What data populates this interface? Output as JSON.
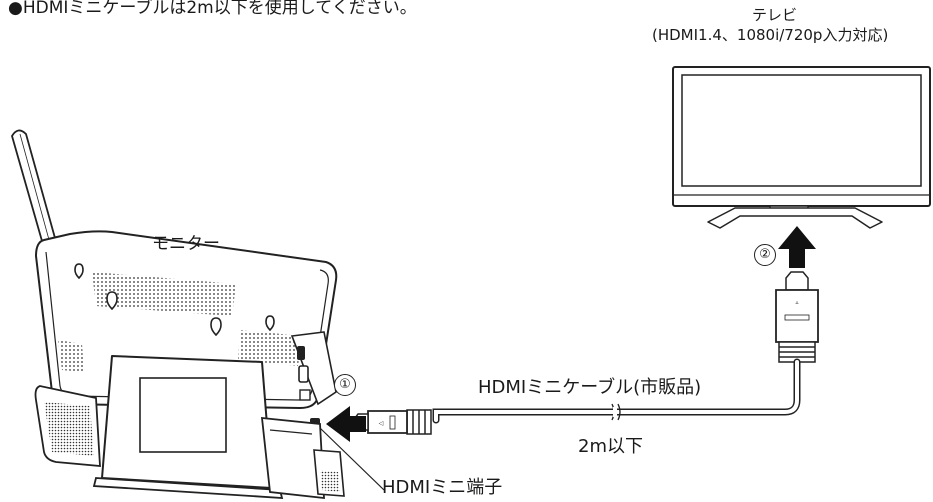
{
  "note": "●HDMIミニケーブルは2m以下を使用してください。",
  "tv": {
    "title": "テレビ",
    "spec": "(HDMI1.4、1080i/720p入力対応)"
  },
  "monitor": {
    "label": "モニター"
  },
  "cable": {
    "label": "HDMIミニケーブル(市販品)",
    "length": "2m以下"
  },
  "port": {
    "label": "HDMIミニ端子"
  },
  "steps": [
    "①",
    "②"
  ]
}
